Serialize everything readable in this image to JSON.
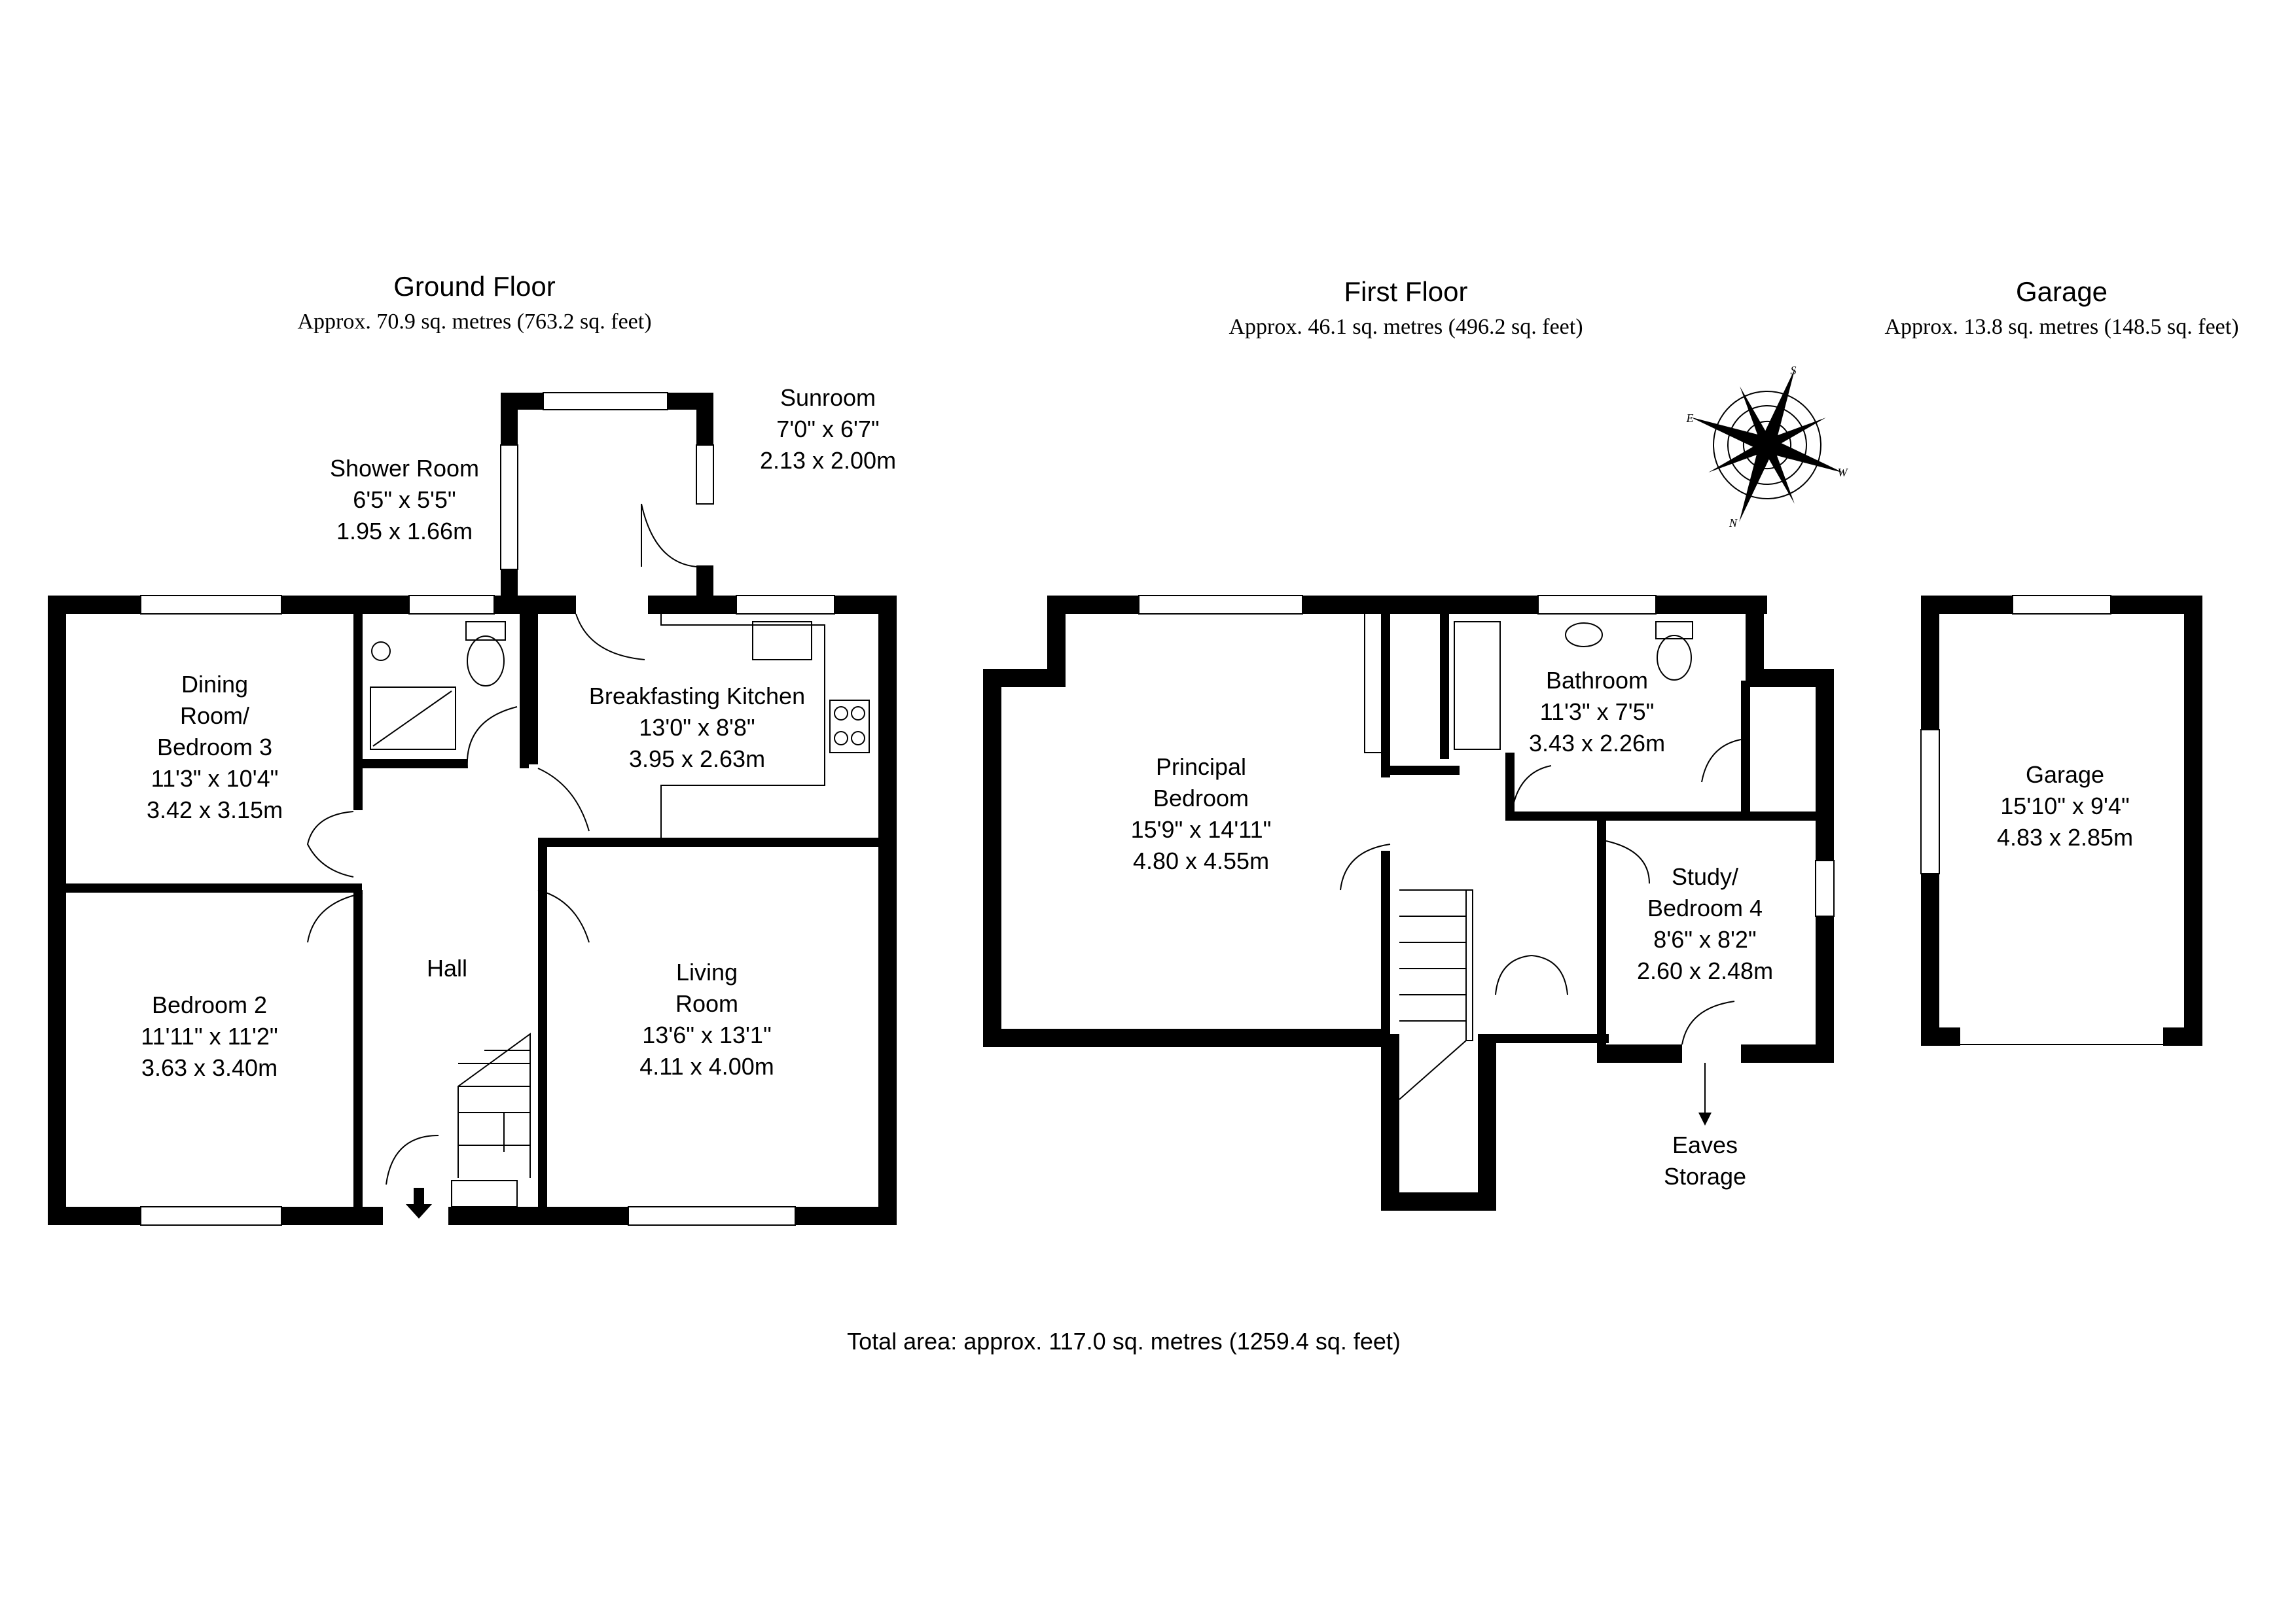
{
  "headings": {
    "ground": {
      "title": "Ground Floor",
      "area": "Approx. 70.9 sq. metres (763.2 sq. feet)"
    },
    "first": {
      "title": "First Floor",
      "area": "Approx. 46.1 sq. metres (496.2 sq. feet)"
    },
    "garage": {
      "title": "Garage",
      "area": "Approx. 13.8 sq. metres (148.5 sq. feet)"
    }
  },
  "rooms": {
    "sunroom": [
      "Sunroom",
      "7'0\" x 6'7\"",
      "2.13 x 2.00m"
    ],
    "shower": [
      "Shower Room",
      "6'5\" x 5'5\"",
      "1.95 x 1.66m"
    ],
    "dining": [
      "Dining",
      "Room/",
      "Bedroom 3",
      "11'3\" x 10'4\"",
      "3.42 x 3.15m"
    ],
    "kitchen": [
      "Breakfasting Kitchen",
      "13'0\" x 8'8\"",
      "3.95 x 2.63m"
    ],
    "hall": [
      "Hall"
    ],
    "bedroom2": [
      "Bedroom 2",
      "11'11\" x 11'2\"",
      "3.63 x 3.40m"
    ],
    "living": [
      "Living",
      "Room",
      "13'6\" x 13'1\"",
      "4.11 x 4.00m"
    ],
    "principal": [
      "Principal",
      "Bedroom",
      "15'9\" x 14'11\"",
      "4.80 x 4.55m"
    ],
    "bathroom": [
      "Bathroom",
      "11'3\" x 7'5\"",
      "3.43 x 2.26m"
    ],
    "study": [
      "Study/",
      "Bedroom 4",
      "8'6\" x 8'2\"",
      "2.60 x 2.48m"
    ],
    "eaves": [
      "Eaves",
      "Storage"
    ],
    "garage": [
      "Garage",
      "15'10\" x 9'4\"",
      "4.83 x 2.85m"
    ]
  },
  "compass": {
    "n": "N",
    "s": "S",
    "e": "E",
    "w": "W"
  },
  "total": "Total area: approx. 117.0 sq. metres (1259.4 sq. feet)"
}
